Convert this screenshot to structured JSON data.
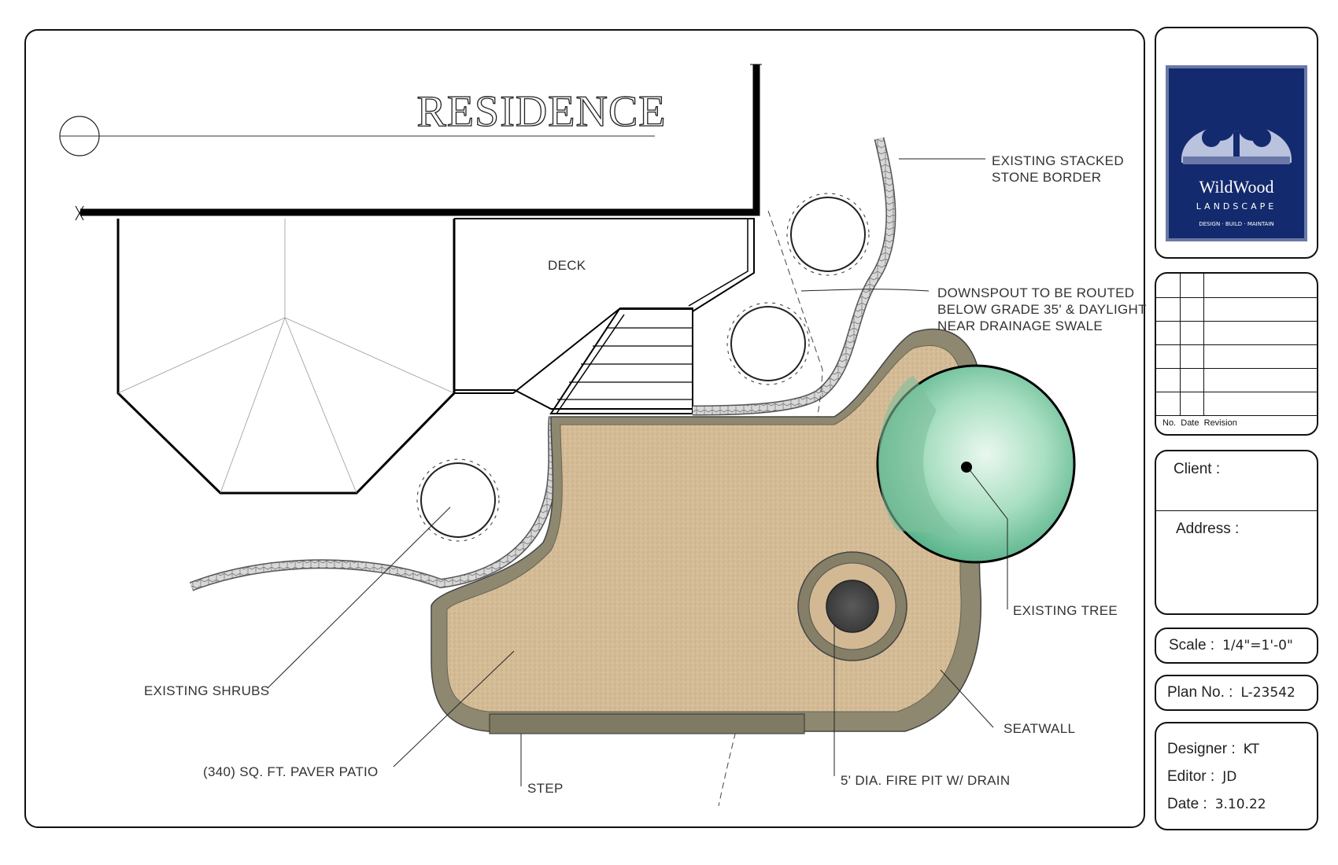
{
  "title": "RESIDENCE",
  "labels": {
    "deck": "DECK",
    "stacked_border": [
      "EXISTING STACKED",
      "STONE BORDER"
    ],
    "downspout": [
      "DOWNSPOUT TO BE ROUTED",
      "BELOW GRADE 35' & DAYLIGHT",
      "NEAR DRAINAGE SWALE"
    ],
    "existing_tree": "EXISTING TREE",
    "seatwall": "SEATWALL",
    "fire_pit": "5' DIA. FIRE PIT W/ DRAIN",
    "step": "STEP",
    "patio": "(340) SQ. FT. PAVER PATIO",
    "shrubs": "EXISTING SHRUBS"
  },
  "logo": {
    "name": "WildWood",
    "sub": "LANDSCAPE",
    "tagline": "DESIGN · BUILD · MAINTAIN"
  },
  "revision_headers": [
    "No.",
    "Date",
    "Revision"
  ],
  "client": {
    "client_label": "Client :",
    "address_label": "Address :"
  },
  "scale": {
    "label": "Scale :",
    "value": "1/4\"=1'-0\""
  },
  "plan_no": {
    "label": "Plan No. :",
    "value": "L-23542"
  },
  "credits": {
    "designer_label": "Designer :",
    "designer": "KT",
    "editor_label": "Editor :",
    "editor": "JD",
    "date_label": "Date :",
    "date": "3.10.22"
  },
  "colors": {
    "patio": "#d2b994",
    "seatwall": "#8e8870",
    "tree": "#8fd2b0",
    "logo_bg": "#142a6e"
  }
}
